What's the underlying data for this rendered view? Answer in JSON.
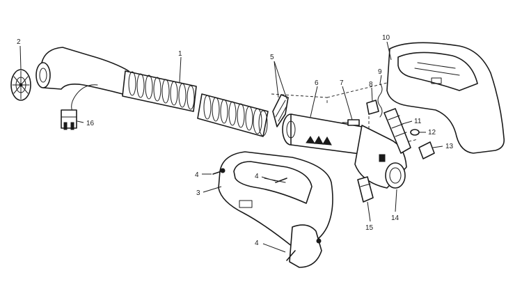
{
  "callouts": [
    {
      "id": "c1",
      "text": "1"
    },
    {
      "id": "c2",
      "text": "2"
    },
    {
      "id": "c3",
      "text": "3"
    },
    {
      "id": "c4a",
      "text": "4"
    },
    {
      "id": "c4b",
      "text": "4"
    },
    {
      "id": "c4c",
      "text": "4"
    },
    {
      "id": "c5",
      "text": "5"
    },
    {
      "id": "c6",
      "text": "6"
    },
    {
      "id": "c7",
      "text": "7"
    },
    {
      "id": "c8",
      "text": "8"
    },
    {
      "id": "c9",
      "text": "9"
    },
    {
      "id": "c10",
      "text": "10"
    },
    {
      "id": "c11",
      "text": "11"
    },
    {
      "id": "c12",
      "text": "12"
    },
    {
      "id": "c13",
      "text": "13"
    },
    {
      "id": "c14",
      "text": "14"
    },
    {
      "id": "c15",
      "text": "15"
    },
    {
      "id": "c16",
      "text": "16"
    }
  ]
}
